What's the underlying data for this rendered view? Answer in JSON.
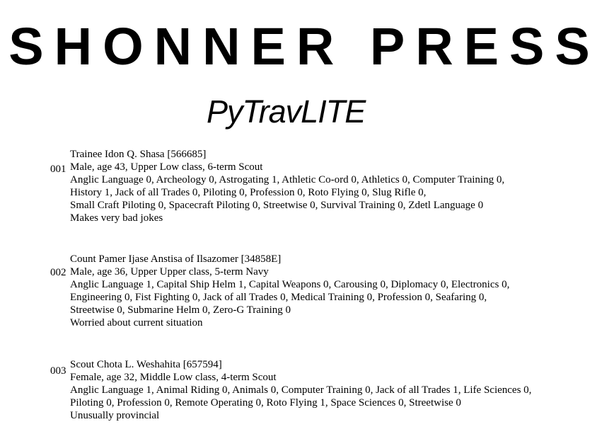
{
  "header": {
    "brand": "SHONNER PRESS",
    "logo": "PyTravLITE"
  },
  "records": [
    {
      "number": "001",
      "name": "Trainee Idon Q. Shasa [566685]",
      "profile": "Male, age 43, Upper Low class, 6-term Scout",
      "skills": [
        "Anglic Language 0, Archeology 0, Astrogating 1, Athletic Co-ord 0, Athletics 0, Computer Training 0,",
        "History 1, Jack of all Trades 0, Piloting 0, Profession 0, Roto Flying 0, Slug Rifle 0,",
        "Small Craft Piloting 0, Spacecraft Piloting 0, Streetwise 0, Survival Training 0, Zdetl Language 0"
      ],
      "trait": "Makes very bad jokes"
    },
    {
      "number": "002",
      "name": "Count Pamer Ijase Anstisa of Ilsazomer [34858E]",
      "profile": "Male, age 36, Upper Upper class, 5-term Navy",
      "skills": [
        "Anglic Language 1, Capital Ship Helm 1, Capital Weapons 0, Carousing 0, Diplomacy 0, Electronics 0,",
        "Engineering 0, Fist Fighting 0, Jack of all Trades 0, Medical Training 0, Profession 0, Seafaring 0,",
        "Streetwise 0, Submarine Helm 0, Zero-G Training 0"
      ],
      "trait": "Worried about current situation"
    },
    {
      "number": "003",
      "name": "Scout Chota L. Weshahita [657594]",
      "profile": "Female, age 32, Middle Low class, 4-term Scout",
      "skills": [
        "Anglic Language 1, Animal Riding 0, Animals 0, Computer Training 0, Jack of all Trades 1, Life Sciences 0,",
        "Piloting 0, Profession 0, Remote Operating 0, Roto Flying 1, Space Sciences 0, Streetwise 0"
      ],
      "trait": "Unusually provincial"
    }
  ]
}
